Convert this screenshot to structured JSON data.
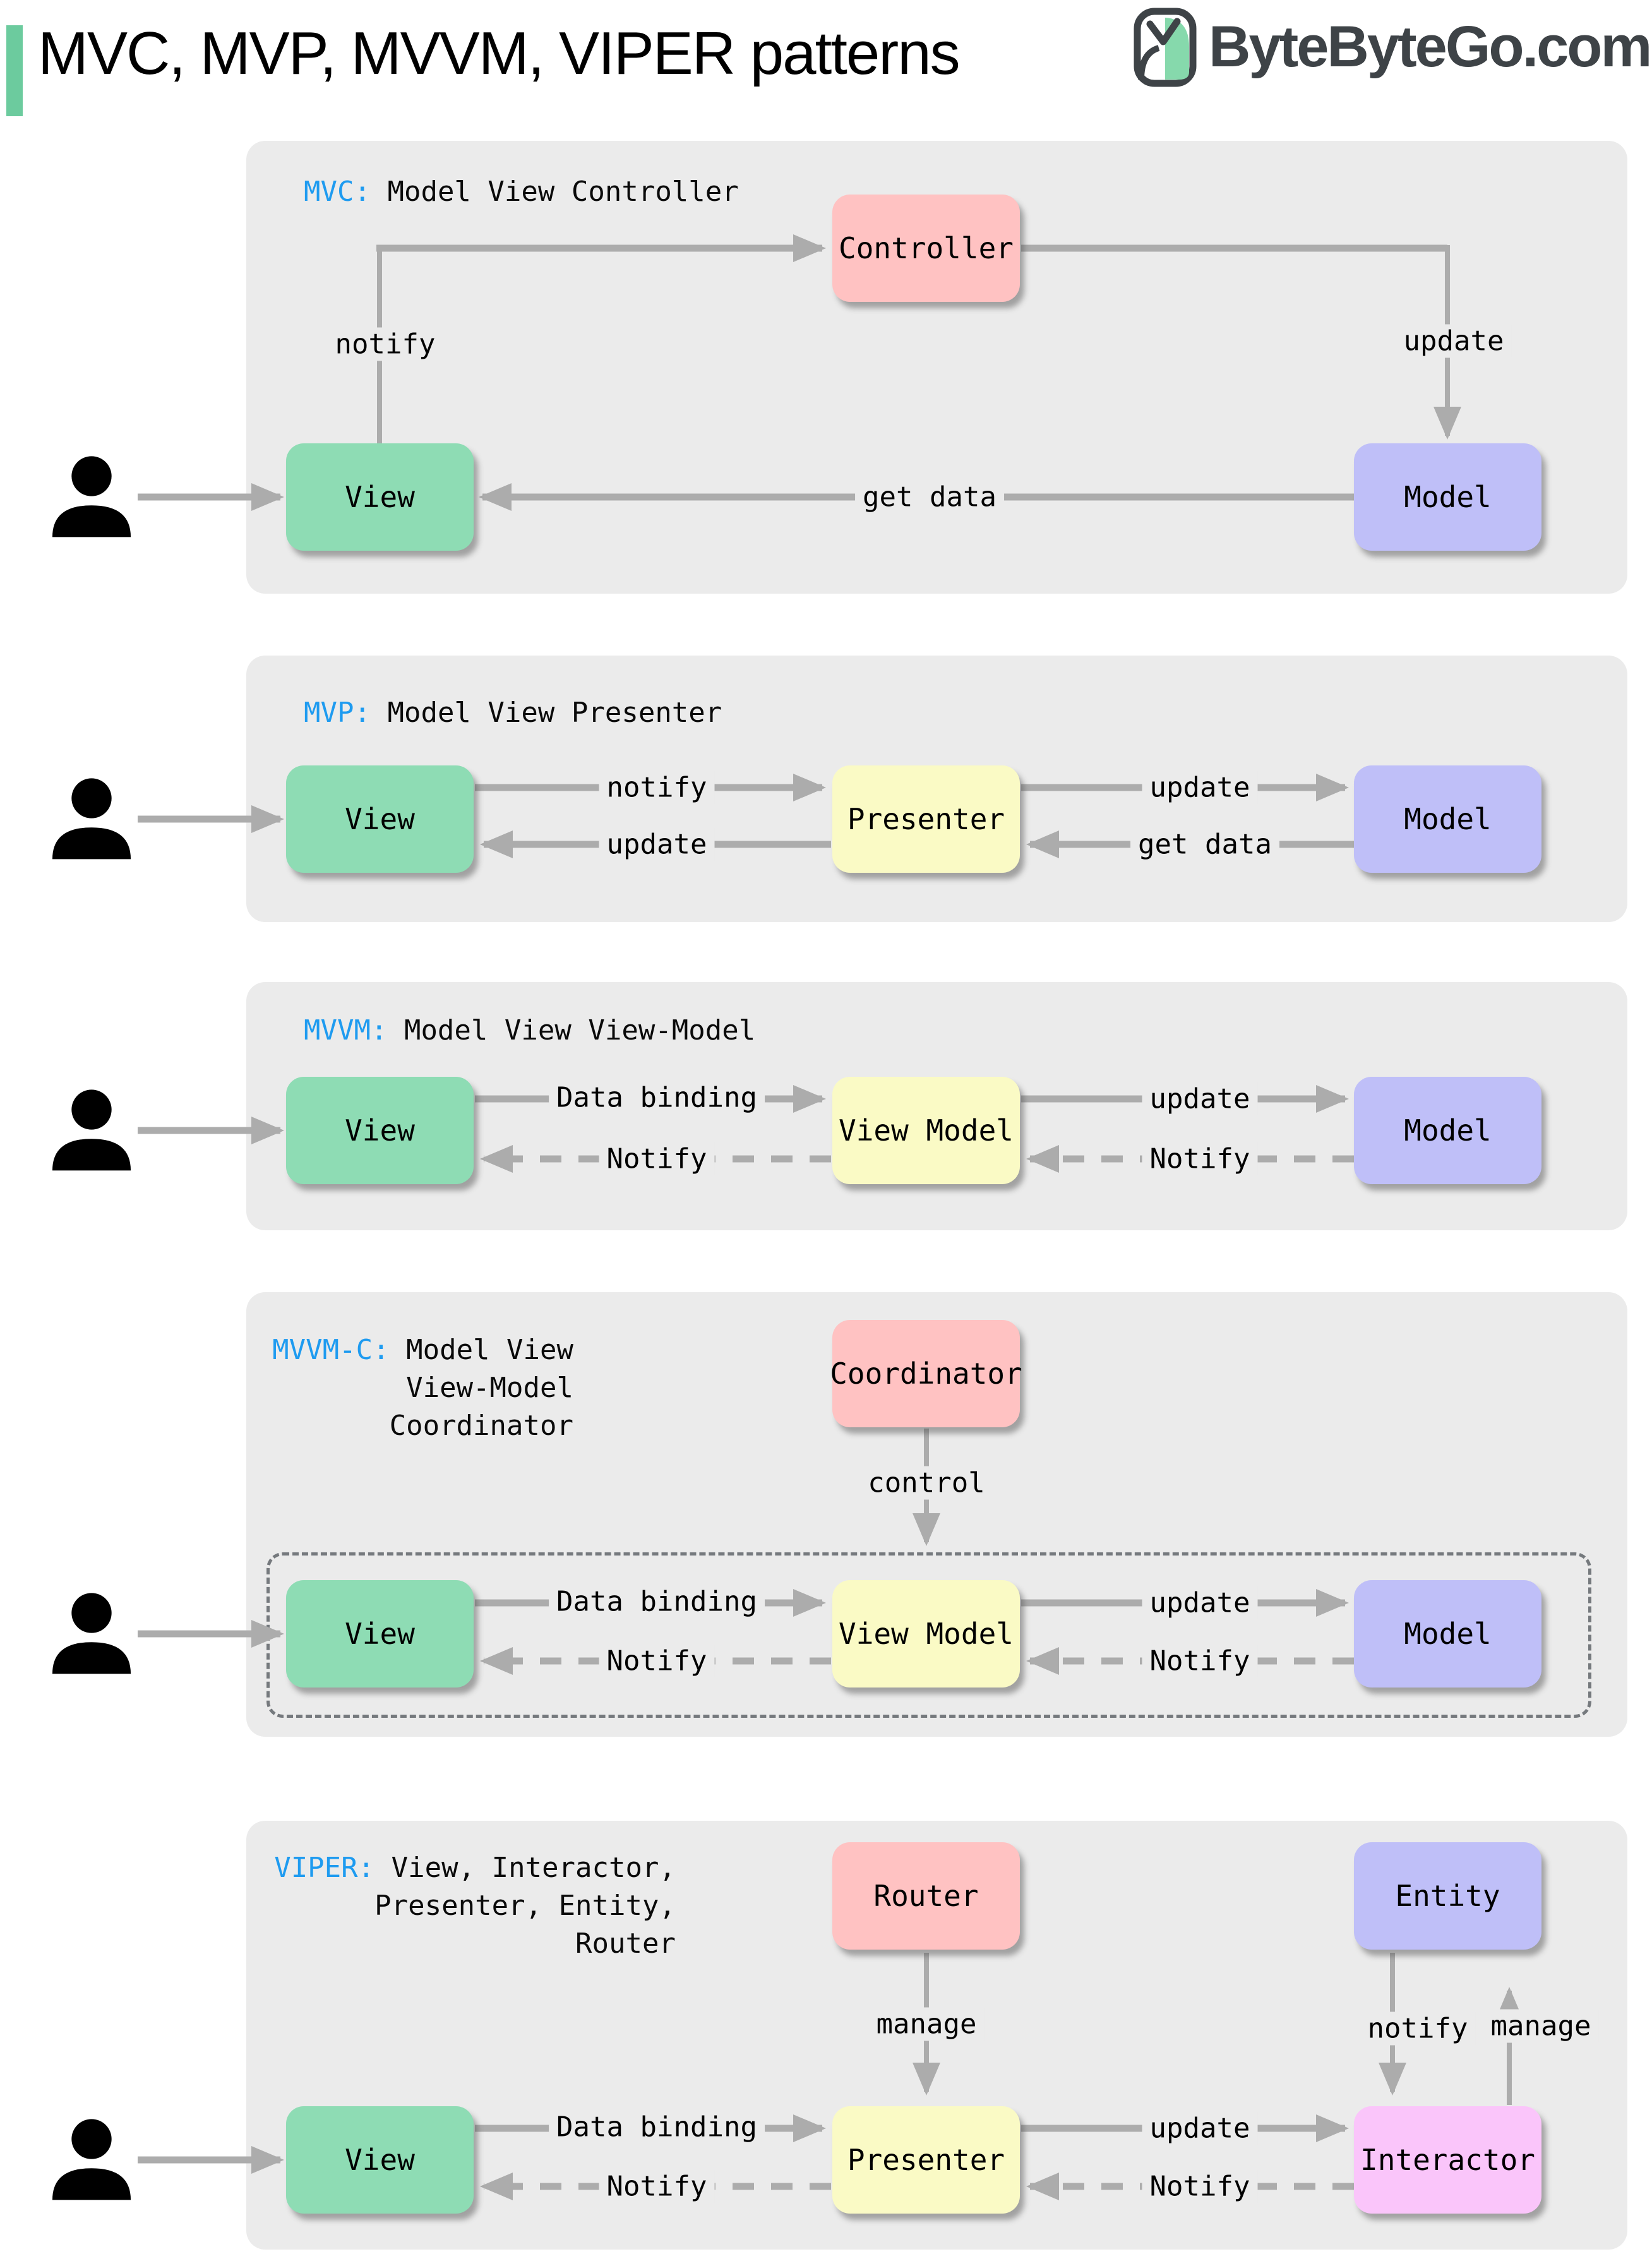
{
  "header": {
    "title": "MVC, MVP, MVVM, VIPER patterns",
    "brand": "ByteByteGo.com"
  },
  "colors": {
    "accent_green": "#6CCB9E",
    "abbr_blue": "#1E9BF0",
    "panel_gray": "#EBEBEB",
    "arrow_gray": "#ACACAC",
    "box_view_green": "#8EDCB4",
    "box_pink": "#FFC2C2",
    "box_yellow": "#FAFAC5",
    "box_model_purple": "#BFBFF8",
    "box_interactor_magenta": "#FAC5FA"
  },
  "sections": [
    {
      "abbr": "MVC:",
      "name": "Model View Controller",
      "boxes": {
        "controller": "Controller",
        "view": "View",
        "model": "Model"
      },
      "labels": {
        "notify": "notify",
        "update": "update",
        "get_data": "get data"
      }
    },
    {
      "abbr": "MVP:",
      "name": "Model View Presenter",
      "boxes": {
        "view": "View",
        "presenter": "Presenter",
        "model": "Model"
      },
      "labels": {
        "notify": "notify",
        "update_view": "update",
        "update_model": "update",
        "get_data": "get data"
      }
    },
    {
      "abbr": "MVVM:",
      "name": "Model View View-Model",
      "boxes": {
        "view": "View",
        "view_model": "View Model",
        "model": "Model"
      },
      "labels": {
        "data_binding": "Data binding",
        "notify_view": "Notify",
        "update": "update",
        "notify_view_model": "Notify"
      }
    },
    {
      "abbr": "MVVM-C:",
      "title_lines": [
        "Model View",
        "View-Model",
        "Coordinator"
      ],
      "boxes": {
        "coordinator": "Coordinator",
        "view": "View",
        "view_model": "View Model",
        "model": "Model"
      },
      "labels": {
        "control": "control",
        "data_binding": "Data binding",
        "notify_view": "Notify",
        "update": "update",
        "notify_view_model": "Notify"
      }
    },
    {
      "abbr": "VIPER:",
      "title_lines": [
        "View, Interactor,",
        "Presenter, Entity,",
        "Router"
      ],
      "boxes": {
        "router": "Router",
        "entity": "Entity",
        "view": "View",
        "presenter": "Presenter",
        "interactor": "Interactor"
      },
      "labels": {
        "manage_router": "manage",
        "notify_entity": "notify",
        "manage_entity": "manage",
        "data_binding": "Data binding",
        "notify_view": "Notify",
        "update": "update",
        "notify_presenter": "Notify"
      }
    }
  ]
}
